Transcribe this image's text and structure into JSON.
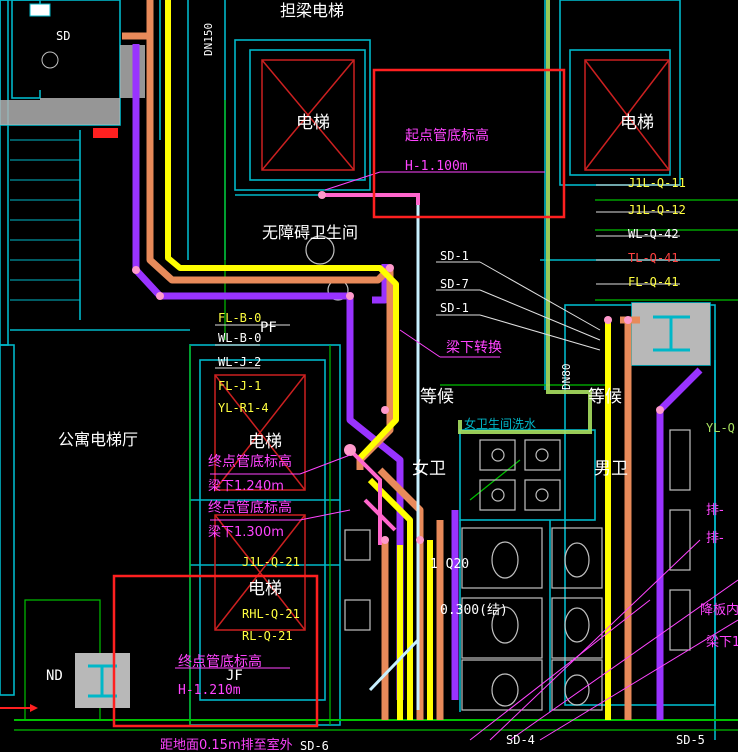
{
  "labels": {
    "elevator_top_center": "担梁电梯",
    "elevator_left": "电梯",
    "elevator_right": "电梯",
    "start_pipe_title": "起点管底标高",
    "start_pipe_value": "H-1.100m",
    "accessible_wc": "无障碍卫生间",
    "apartment_lobby": "公寓电梯厅",
    "elevator_mid_left": "电梯",
    "elevator_low_left": "电梯",
    "end_pipe_title_1": "终点管底标高",
    "end_pipe_value_1": "梁下1.240m",
    "end_pipe_title_2": "终点管底标高",
    "end_pipe_value_2": "梁下1.300m",
    "end_pipe_title_3": "终点管底标高",
    "end_pipe_value_3": "H-1.210m",
    "beam_conversion": "梁下转换",
    "waiting_1": "等候",
    "waiting_2": "等候",
    "female_wc": "女卫",
    "male_wc": "男卫",
    "wc_wash": "女卫生间洗水",
    "pf": "PF",
    "jf": "JF",
    "nd": "ND",
    "dn150": "DN150",
    "dn80": "DN80",
    "sd": "SD",
    "fl_b_0": "FL-B-0",
    "wl_b_0": "WL-B-0",
    "wl_j_2": "WL-J-2",
    "fl_j_1": "FL-J-1",
    "yl_r1_4": "YL-R1-4",
    "j1l_q_21": "J1L-Q-21",
    "rhl_q_21": "RHL-Q-21",
    "rl_q_21": "RL-Q-21",
    "j1l_q_11": "J1L-Q-11",
    "j1l_q_12": "J1L-Q-12",
    "wl_q_42": "WL-Q-42",
    "tl_q_41": "TL-Q-41",
    "fl_q_41": "FL-Q-41",
    "sd_1a": "SD-1",
    "sd_7": "SD-7",
    "sd_1b": "SD-1",
    "sd_4": "SD-4",
    "sd_5": "SD-5",
    "sd_6": "SD-6",
    "q20": "1 Q20",
    "elev_300": "0.300(结)",
    "bottom_note": "距地面0.15m排至室外",
    "right_edge_1": "YL-Q",
    "right_edge_2": "排-",
    "right_edge_3": "排-",
    "right_edge_4": "降板内",
    "right_edge_5": "梁下1"
  },
  "colors": {
    "background": "#000000",
    "wall_cyan": "#00b7c8",
    "wall_green": "#00c000",
    "pipe_yellow": "#ffff00",
    "pipe_orange": "#e88a5a",
    "pipe_purple": "#9933ff",
    "pipe_magenta": "#ff66cc",
    "pipe_lightgreen": "#a8e060",
    "annotation_magenta": "#ff44ff",
    "highlight_red": "#ff2020",
    "text_white": "#ffffff",
    "fixture_gray": "#c0c0c0",
    "label_yellow": "#ffff40",
    "elevator_red": "#cc2020"
  }
}
